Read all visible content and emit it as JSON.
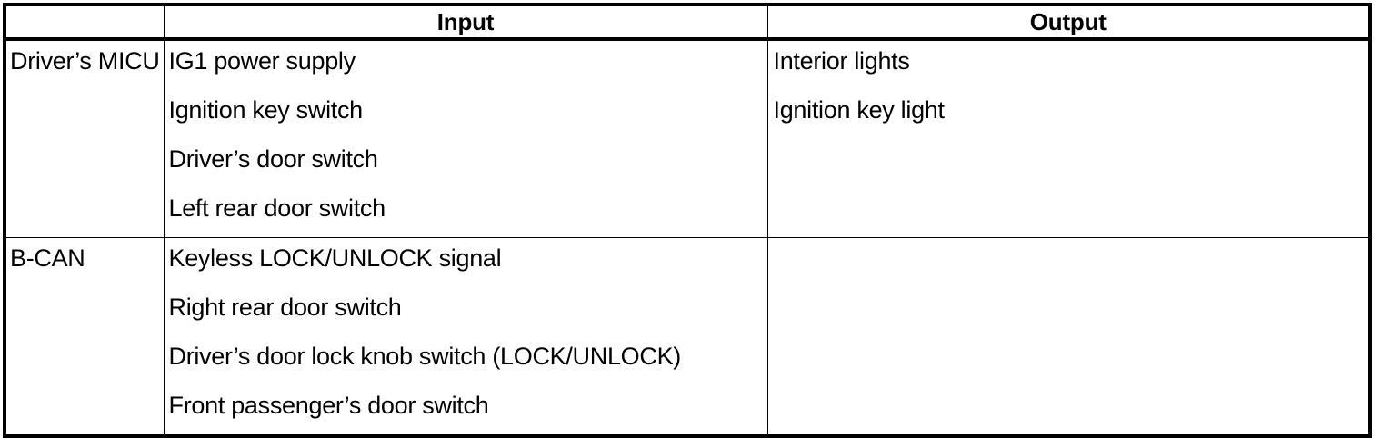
{
  "table": {
    "columns": [
      {
        "key": "source",
        "label": ""
      },
      {
        "key": "input",
        "label": "Input"
      },
      {
        "key": "output",
        "label": "Output"
      }
    ],
    "rows": [
      {
        "source": "Driver’s MICU",
        "inputs": [
          "IG1 power supply",
          "Ignition key switch",
          "Driver’s door switch",
          "Left rear door switch"
        ],
        "outputs": [
          "Interior lights",
          "Ignition key light"
        ]
      },
      {
        "source": "B-CAN",
        "inputs": [
          "Keyless LOCK/UNLOCK signal",
          "Right rear door switch",
          "Driver’s door lock knob switch (LOCK/UNLOCK)",
          "Front passenger’s door switch"
        ],
        "outputs": []
      }
    ]
  },
  "colors": {
    "border": "#000000",
    "text": "#000000",
    "background": "#ffffff"
  }
}
